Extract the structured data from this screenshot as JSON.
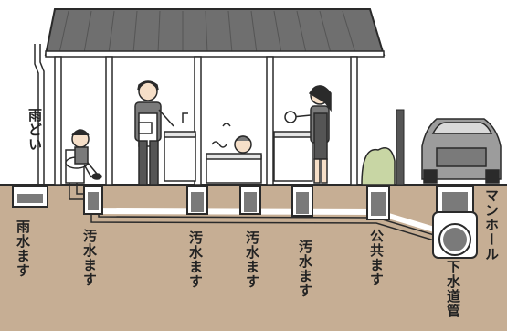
{
  "labels": {
    "rain_gutter": "雨どい",
    "rainwater_basin": "雨水ます",
    "sewage_basin_1": "汚水ます",
    "sewage_basin_2": "汚水ます",
    "sewage_basin_3": "汚水ます",
    "sewage_basin_4": "汚水ます",
    "public_basin": "公共ます",
    "manhole": "マンホール",
    "sewer_pipe": "下水道管"
  },
  "colors": {
    "ground": "#c6ae94",
    "roof": "#6f6f6f",
    "pipe_outline": "#2a2a2a",
    "basin_fill": "#7a7a7a",
    "shrub": "#c8d6a4",
    "car": "#9c9c9c"
  }
}
